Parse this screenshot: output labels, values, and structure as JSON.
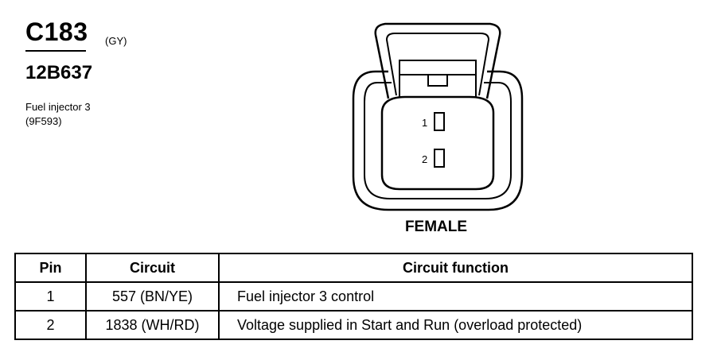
{
  "header": {
    "connector_id": "C183",
    "connector_color": "(GY)",
    "part_number": "12B637",
    "component_name": "Fuel injector 3",
    "component_code": "(9F593)"
  },
  "diagram": {
    "pin_labels": [
      "1",
      "2"
    ],
    "gender": "FEMALE"
  },
  "table": {
    "headers": [
      "Pin",
      "Circuit",
      "Circuit function"
    ],
    "rows": [
      {
        "pin": "1",
        "circuit": "557 (BN/YE)",
        "function": "Fuel injector 3 control"
      },
      {
        "pin": "2",
        "circuit": "1838 (WH/RD)",
        "function": "Voltage supplied in Start and Run (overload protected)"
      }
    ]
  }
}
